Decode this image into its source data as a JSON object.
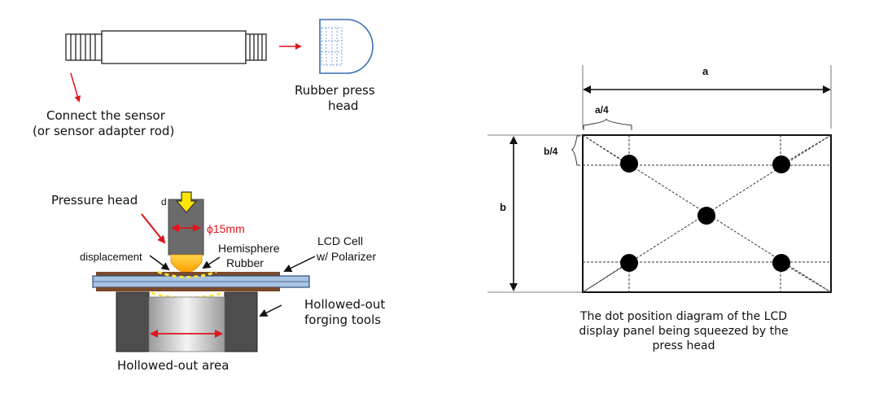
{
  "sensor_rod": {
    "connect_label_line1": "Connect the sensor",
    "connect_label_line2": "(or sensor adapter rod)",
    "rubber_label_line1": "Rubber press",
    "rubber_label_line2": "head"
  },
  "fixture": {
    "pressure_head": "Pressure head",
    "d_mark": "d",
    "diameter": "ϕ15mm",
    "displacement": "displacement",
    "hemisphere_line1": "Hemisphere",
    "hemisphere_line2": "Rubber",
    "lcd_line1": "LCD Cell",
    "lcd_line2": "w/ Polarizer",
    "forging_line1": "Hollowed-out",
    "forging_line2": "forging tools",
    "hollowed_area": "Hollowed-out area"
  },
  "dot_diagram": {
    "label_a": "a",
    "label_a4": "a/4",
    "label_b": "b",
    "label_b4": "b/4",
    "caption_line1": "The dot position diagram of the LCD",
    "caption_line2": "display panel being squeezed by the",
    "caption_line3": "press head"
  },
  "colors": {
    "arrow_red": "#e0141c",
    "rod_outline": "#222222",
    "rubber_head_outline": "#3a6fb5",
    "pressure_head_gray": "#6b6b6b",
    "rubber_yellow": "#ffbf00",
    "lcd_brown": "#7a4a2a",
    "lcd_glass": "#a9c4e3",
    "tool_gray": "#4d4d4d",
    "dashed_yellow": "#ffe23a",
    "push_arrow_yellow": "#ffe600"
  },
  "icons": [
    "red-arrow-icon",
    "yellow-push-arrow-icon",
    "black-pointer-arrow-icon"
  ]
}
